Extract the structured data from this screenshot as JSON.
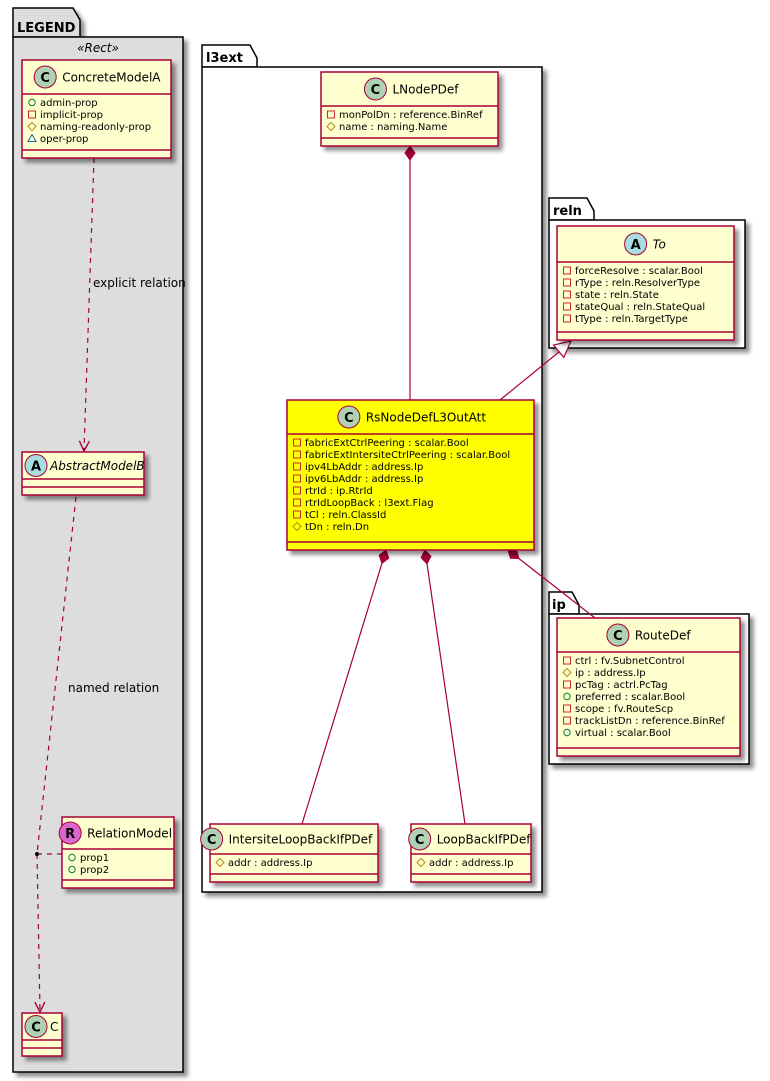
{
  "colors": {
    "class_fill": "#fefece",
    "class_border": "#a80036",
    "highlight_fill": "#ffff00",
    "legend_bg": "#dddddd",
    "circle_class": "#add1b2",
    "circle_abstract": "#a9dcdf",
    "circle_relation": "#dd66cc",
    "vis_public": "#038048",
    "vis_private": "#c82930",
    "vis_protected": "#b38d22",
    "vis_package": "#1963a0"
  },
  "packages": {
    "legend": {
      "name": "LEGEND",
      "stereotype": "«Rect»"
    },
    "l3ext": {
      "name": "l3ext"
    },
    "reln": {
      "name": "reln"
    },
    "ip": {
      "name": "ip"
    }
  },
  "classes": {
    "ConcreteModelA": {
      "name": "ConcreteModelA",
      "kind": "C",
      "attrs": [
        {
          "vis": "public",
          "text": "admin-prop"
        },
        {
          "vis": "private",
          "text": "implicit-prop"
        },
        {
          "vis": "protected",
          "text": "naming-readonly-prop"
        },
        {
          "vis": "package",
          "text": "oper-prop"
        }
      ]
    },
    "AbstractModelB": {
      "name": "AbstractModelB",
      "kind": "A",
      "attrs": []
    },
    "RelationModel": {
      "name": "RelationModel",
      "kind": "R",
      "attrs": [
        {
          "vis": "public",
          "text": "prop1"
        },
        {
          "vis": "public",
          "text": "prop2"
        }
      ]
    },
    "C": {
      "name": "C",
      "kind": "C",
      "attrs": []
    },
    "LNodePDef": {
      "name": "LNodePDef",
      "kind": "C",
      "attrs": [
        {
          "vis": "private",
          "text": "monPolDn : reference.BinRef"
        },
        {
          "vis": "protected",
          "text": "name : naming.Name"
        }
      ]
    },
    "To": {
      "name": "To",
      "kind": "A",
      "attrs": [
        {
          "vis": "private",
          "text": "forceResolve : scalar.Bool"
        },
        {
          "vis": "private",
          "text": "rType : reln.ResolverType"
        },
        {
          "vis": "private",
          "text": "state : reln.State"
        },
        {
          "vis": "private",
          "text": "stateQual : reln.StateQual"
        },
        {
          "vis": "private",
          "text": "tType : reln.TargetType"
        }
      ]
    },
    "RsNodeDefL3OutAtt": {
      "name": "RsNodeDefL3OutAtt",
      "kind": "C",
      "attrs": [
        {
          "vis": "private",
          "text": "fabricExtCtrlPeering : scalar.Bool"
        },
        {
          "vis": "private",
          "text": "fabricExtIntersiteCtrlPeering : scalar.Bool"
        },
        {
          "vis": "private",
          "text": "ipv4LbAddr : address.Ip"
        },
        {
          "vis": "private",
          "text": "ipv6LbAddr : address.Ip"
        },
        {
          "vis": "private",
          "text": "rtrId : ip.RtrId"
        },
        {
          "vis": "private",
          "text": "rtrIdLoopBack : l3ext.Flag"
        },
        {
          "vis": "private",
          "text": "tCl : reln.ClassId"
        },
        {
          "vis": "protected",
          "text": "tDn : reln.Dn"
        }
      ]
    },
    "RouteDef": {
      "name": "RouteDef",
      "kind": "C",
      "attrs": [
        {
          "vis": "private",
          "text": "ctrl : fv.SubnetControl"
        },
        {
          "vis": "protected",
          "text": "ip : address.Ip"
        },
        {
          "vis": "private",
          "text": "pcTag : actrl.PcTag"
        },
        {
          "vis": "public",
          "text": "preferred : scalar.Bool"
        },
        {
          "vis": "private",
          "text": "scope : fv.RouteScp"
        },
        {
          "vis": "private",
          "text": "trackListDn : reference.BinRef"
        },
        {
          "vis": "public",
          "text": "virtual : scalar.Bool"
        }
      ]
    },
    "IntersiteLoopBackIfPDef": {
      "name": "IntersiteLoopBackIfPDef",
      "kind": "C",
      "attrs": [
        {
          "vis": "protected",
          "text": "addr : address.Ip"
        }
      ]
    },
    "LoopBackIfPDef": {
      "name": "LoopBackIfPDef",
      "kind": "C",
      "attrs": [
        {
          "vis": "protected",
          "text": "addr : address.Ip"
        }
      ]
    }
  },
  "relations": {
    "explicit_label": "explicit relation",
    "named_label": "named relation"
  }
}
